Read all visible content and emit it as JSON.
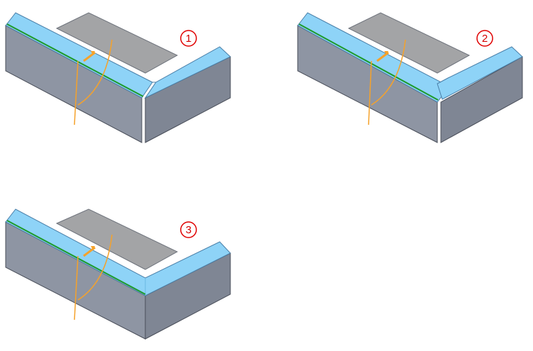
{
  "figure": {
    "colors": {
      "flange_top": "#8ed3f7",
      "flange_edge": "#5aaede",
      "bend_line": "#1e9a2c",
      "side_face": "#8e95a3",
      "side_face_dark": "#7a8191",
      "base_plate": "#a3a4a6",
      "outline": "#4a4f5a",
      "handle": "#f5a22b",
      "badge": "#e00000"
    },
    "icons": {
      "rotate_handle": "rotate-handle-icon",
      "badge": "circle-badge"
    },
    "panels": [
      {
        "label": "1",
        "corner": "open"
      },
      {
        "label": "2",
        "corner": "overlap"
      },
      {
        "label": "3",
        "corner": "closed"
      }
    ]
  }
}
